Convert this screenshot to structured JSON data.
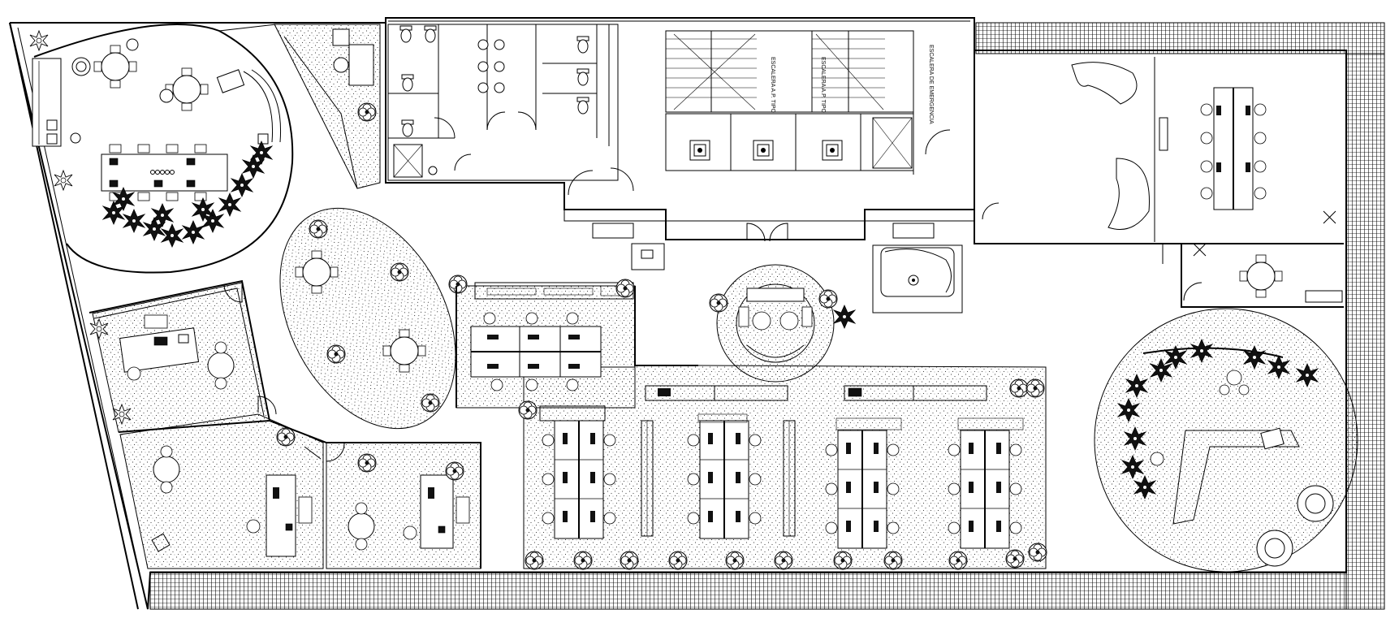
{
  "labels": {
    "stair_typical_1": "ESCALERA A.P. TIPO",
    "stair_typical_2": "ESCALERA A.P. TIPO",
    "stair_emergency": "ESCALERA DE EMERGENCIA"
  },
  "colors": {
    "line": "#000000",
    "background": "#ffffff",
    "terrace_hatch": "#000000"
  },
  "icons": [
    "plant-icon",
    "chair-icon",
    "toilet-icon",
    "elevator-icon",
    "door-swing-icon"
  ]
}
